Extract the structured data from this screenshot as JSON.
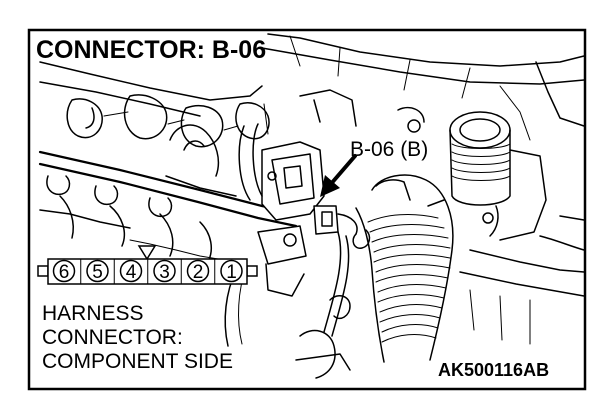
{
  "title": "CONNECTOR: B-06",
  "callout": "B-06 (B)",
  "pin_numbers": [
    "6",
    "5",
    "4",
    "3",
    "2",
    "1"
  ],
  "harness_lines": [
    "HARNESS",
    "CONNECTOR:",
    "COMPONENT SIDE"
  ],
  "figure_code": "AK500116AB",
  "icons": {
    "connector": "harness-connector-pinout",
    "marker": "triangle-key-marker",
    "arrow": "pointer-arrow"
  }
}
